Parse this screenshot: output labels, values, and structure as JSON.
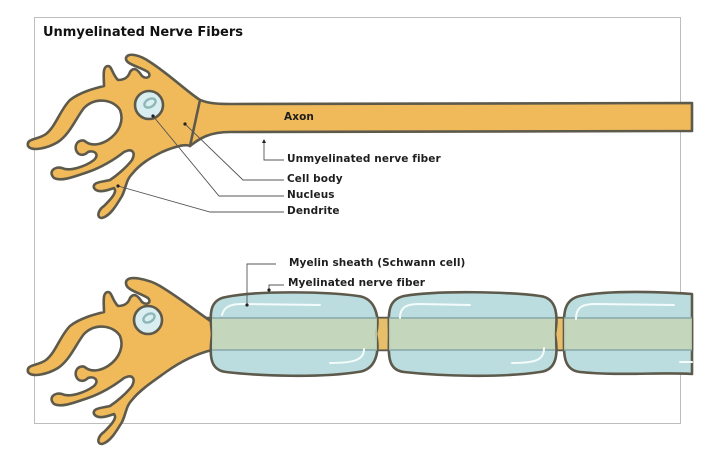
{
  "diagram": {
    "title": "Unmyelinated Nerve Fibers",
    "colors": {
      "axon_fill": "#f0b95a",
      "outline": "#5d5a4c",
      "nucleus_fill": "#d8eef0",
      "nucleus_inner": "#8fb7b8",
      "sheath_fill": "#bcdde0",
      "sheath_core": "#c6d6b6",
      "sheath_band_line": "#86a7aa",
      "node_fill": "#e7bf6b",
      "leader_line": "#555555",
      "frame": "#bdbdbd"
    },
    "upper_neuron": {
      "labels": {
        "axon": "Axon",
        "fiber": "Unmyelinated nerve fiber",
        "cell_body": "Cell body",
        "nucleus": "Nucleus",
        "dendrite": "Dendrite"
      }
    },
    "lower_neuron": {
      "labels": {
        "sheath": "Myelin sheath (Schwann cell)",
        "fiber": "Myelinated nerve fiber"
      },
      "sheath_segment_count": 3
    }
  }
}
